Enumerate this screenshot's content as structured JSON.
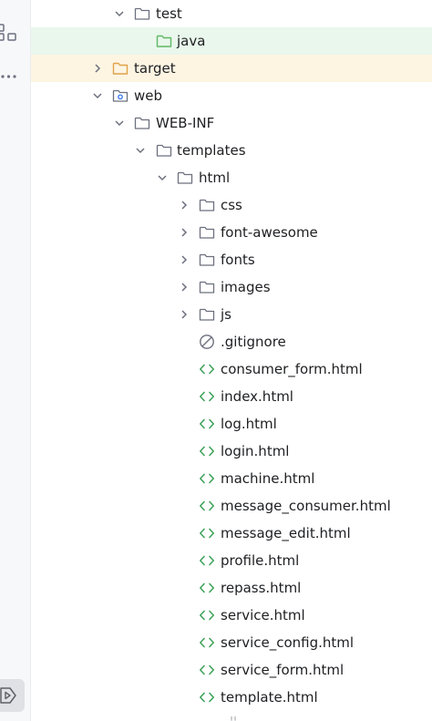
{
  "left_strip": {
    "icons": [
      "structure-icon",
      "more-options-icon",
      "run-widget-icon"
    ]
  },
  "tree": {
    "rows": [
      {
        "label": "test",
        "icon": "folder",
        "expanded": true
      },
      {
        "label": "java",
        "icon": "folder-green",
        "highlight": "green"
      },
      {
        "label": "target",
        "icon": "folder-orange",
        "expanded": false,
        "highlight": "orange"
      },
      {
        "label": "web",
        "icon": "web-folder",
        "expanded": true
      },
      {
        "label": "WEB-INF",
        "icon": "folder",
        "expanded": true
      },
      {
        "label": "templates",
        "icon": "folder",
        "expanded": true
      },
      {
        "label": "html",
        "icon": "folder",
        "expanded": true
      },
      {
        "label": "css",
        "icon": "folder",
        "expanded": false
      },
      {
        "label": "font-awesome",
        "icon": "folder",
        "expanded": false
      },
      {
        "label": "fonts",
        "icon": "folder",
        "expanded": false
      },
      {
        "label": "images",
        "icon": "folder",
        "expanded": false
      },
      {
        "label": "js",
        "icon": "folder",
        "expanded": false
      },
      {
        "label": ".gitignore",
        "icon": "ignore-file"
      },
      {
        "label": "consumer_form.html",
        "icon": "html-file"
      },
      {
        "label": "index.html",
        "icon": "html-file"
      },
      {
        "label": "log.html",
        "icon": "html-file"
      },
      {
        "label": "login.html",
        "icon": "html-file"
      },
      {
        "label": "machine.html",
        "icon": "html-file"
      },
      {
        "label": "message_consumer.html",
        "icon": "html-file"
      },
      {
        "label": "message_edit.html",
        "icon": "html-file"
      },
      {
        "label": "profile.html",
        "icon": "html-file"
      },
      {
        "label": "repass.html",
        "icon": "html-file"
      },
      {
        "label": "service.html",
        "icon": "html-file"
      },
      {
        "label": "service_config.html",
        "icon": "html-file"
      },
      {
        "label": "service_form.html",
        "icon": "html-file"
      },
      {
        "label": "template.html",
        "icon": "html-file"
      }
    ]
  },
  "colors": {
    "folder": "#6c707e",
    "folder_green": "#5fb865",
    "folder_orange": "#e0a24a",
    "html_file": "#3fa35b",
    "highlight_green": "#e9f7ec",
    "highlight_orange": "#fdf5e2"
  }
}
